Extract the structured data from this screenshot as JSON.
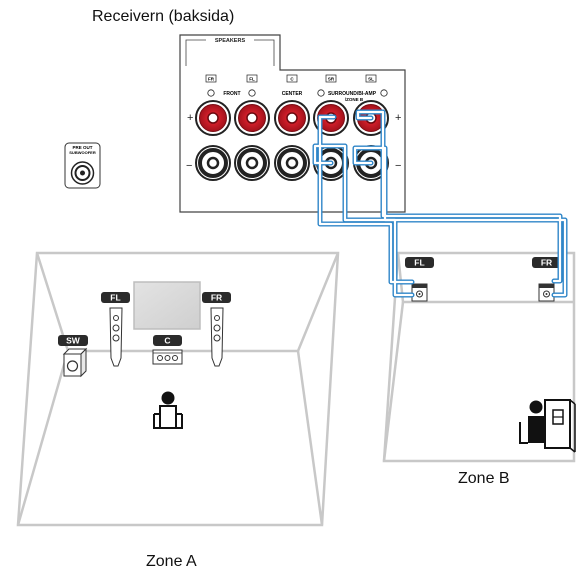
{
  "title": "Receivern (baksida)",
  "panel": {
    "speakers_label": "SPEAKERS",
    "groups": {
      "front": "FRONT",
      "center": "CENTER",
      "surround": "SURROUND/BI-AMP",
      "zone_b": "/ZONE B"
    },
    "channel_tags": [
      "FR",
      "FL",
      "C",
      "SR",
      "SL"
    ],
    "plus_sign": "+",
    "minus_sign": "−"
  },
  "preout": {
    "line1": "PRE OUT",
    "line2": "SUBWOOFER"
  },
  "zone_a": {
    "label": "Zone A",
    "speakers": {
      "fl": "FL",
      "fr": "FR",
      "c": "C",
      "sw": "SW"
    }
  },
  "zone_b": {
    "label": "Zone B",
    "speakers": {
      "fl": "FL",
      "fr": "FR"
    }
  },
  "colors": {
    "wire": "#2f86c8",
    "terminal_red": "#d6202b",
    "tag_dark": "#2b2b2b",
    "room_line": "#c8c8c8"
  }
}
